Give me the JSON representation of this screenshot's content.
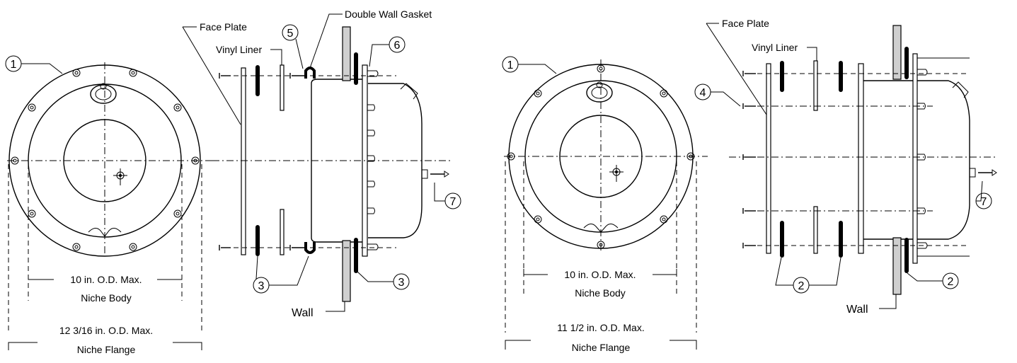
{
  "left": {
    "callout_1": "1",
    "callout_3a": "3",
    "callout_3b": "3",
    "callout_5": "5",
    "callout_6": "6",
    "callout_7": "7",
    "label_face_plate": "Face Plate",
    "label_vinyl_liner": "Vinyl Liner",
    "label_double_wall_gasket": "Double Wall Gasket",
    "label_wall": "Wall",
    "dim_body_line1": "10 in. O.D. Max.",
    "dim_body_line2": "Niche Body",
    "dim_flange_line1": "12 3/16 in. O.D. Max.",
    "dim_flange_line2": "Niche Flange"
  },
  "right": {
    "callout_1": "1",
    "callout_2a": "2",
    "callout_2b": "2",
    "callout_4": "4",
    "callout_7": "7",
    "label_face_plate": "Face Plate",
    "label_vinyl_liner": "Vinyl Liner",
    "label_wall": "Wall",
    "dim_body_line1": "10 in. O.D. Max.",
    "dim_body_line2": "Niche Body",
    "dim_flange_line1": "11 1/2 in. O.D. Max.",
    "dim_flange_line2": "Niche Flange"
  }
}
